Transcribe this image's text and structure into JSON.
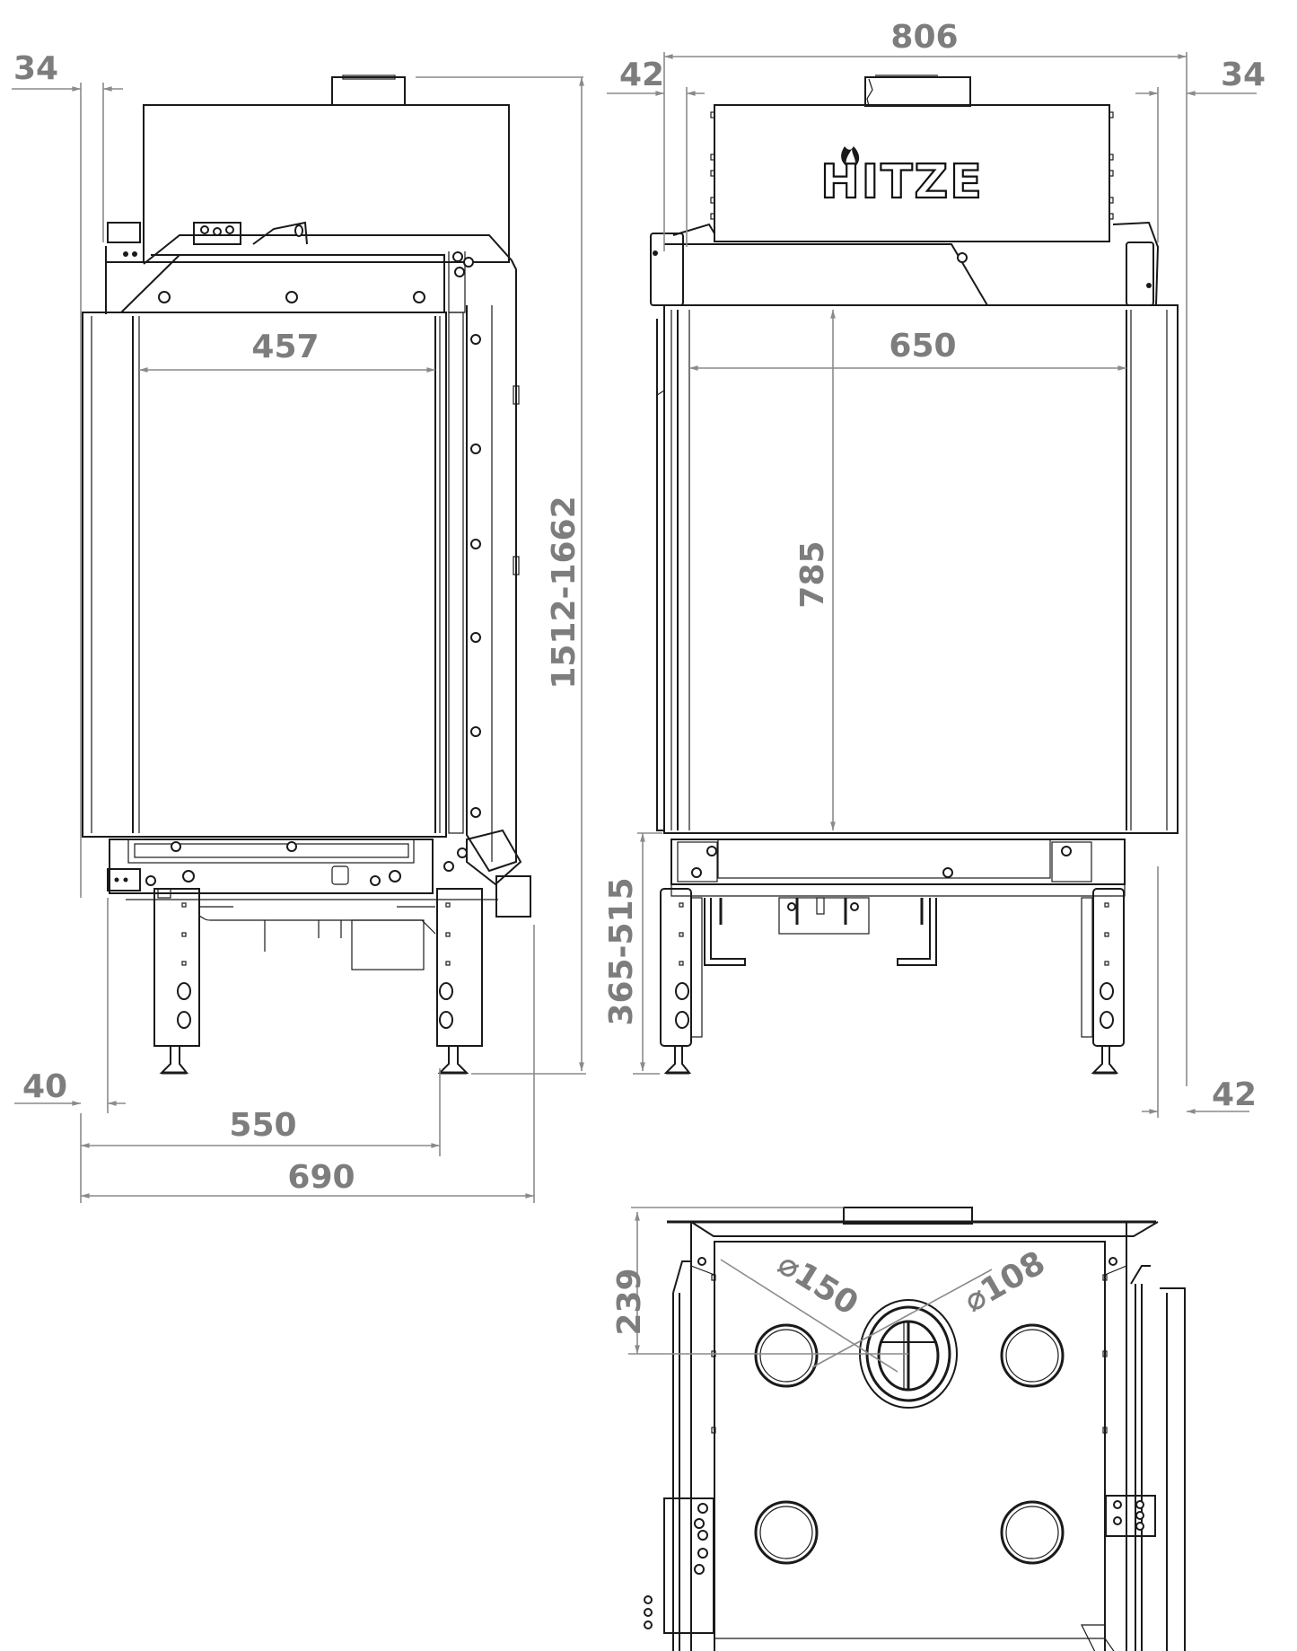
{
  "drawing": {
    "brand_logo": "HITZE",
    "views": [
      "front-view",
      "side-view",
      "top-view"
    ]
  },
  "front_view": {
    "dims": {
      "side_offset_top": "34",
      "glass_width": "457",
      "total_height": "1512-1662",
      "leg_offset": "40",
      "leg_span": "550",
      "total_width": "690"
    }
  },
  "side_view": {
    "dims": {
      "total_width": "806",
      "left_offset_top": "42",
      "right_offset_top": "34",
      "glass_width": "650",
      "glass_height": "785",
      "leg_height": "365-515",
      "right_offset_bottom": "42"
    }
  },
  "top_view": {
    "dims": {
      "flue_depth": "239",
      "outer_diameter": "⌀150",
      "inner_diameter": "⌀108"
    }
  },
  "colors": {
    "line": "#1a1a1a",
    "dimension": "#7d7d7d",
    "background": "#ffffff"
  }
}
